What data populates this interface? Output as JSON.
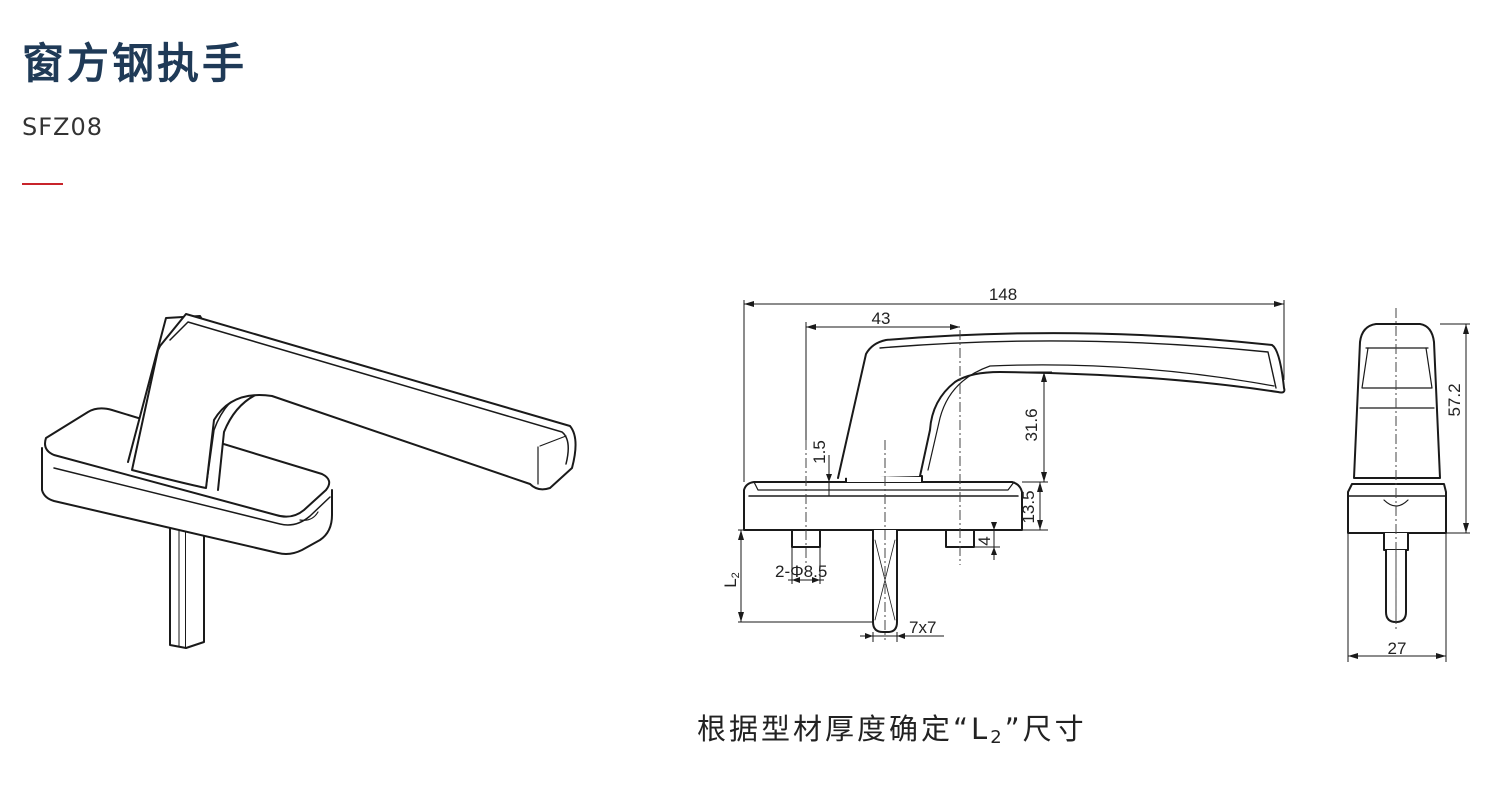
{
  "header": {
    "title": "窗方钢执手",
    "model": "SFZ08",
    "accent_color": "#c8242b",
    "title_color": "#1f3a57"
  },
  "drawing": {
    "dimensions": {
      "total_length": "148",
      "spindle_offset": "43",
      "handle_height": "31.6",
      "base_gap": "1.5",
      "base_height": "13.5",
      "boss_height": "4",
      "screw_holes": "2-Φ8.5",
      "l2_label": "L",
      "l2_sub": "2",
      "spindle_size": "7x7",
      "side_height": "57.2",
      "side_width": "27"
    }
  },
  "note": {
    "prefix": "根据型材厚度确定“",
    "l": "L",
    "sub": "2",
    "suffix": "”尺寸"
  }
}
